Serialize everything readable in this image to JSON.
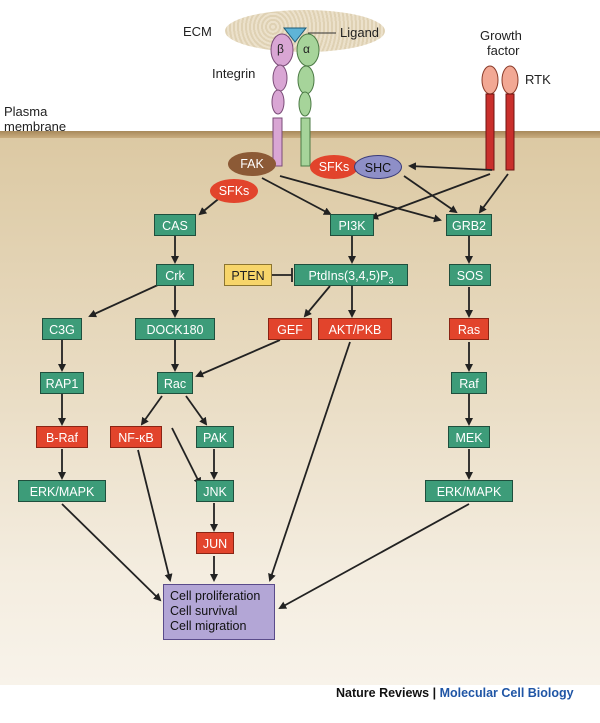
{
  "labels": {
    "ecm": "ECM",
    "ligand": "Ligand",
    "integrin": "Integrin",
    "beta": "β",
    "alpha": "α",
    "growth_factor_1": "Growth",
    "growth_factor_2": "factor",
    "rtk": "RTK",
    "plasma_1": "Plasma",
    "plasma_2": "membrane"
  },
  "ovals": {
    "fak": "FAK",
    "sfks_left": "SFKs",
    "sfks_right": "SFKs",
    "shc": "SHC"
  },
  "nodes": {
    "cas": "CAS",
    "pi3k": "PI3K",
    "grb2": "GRB2",
    "crk": "Crk",
    "pten": "PTEN",
    "ptdins": "PtdIns(3,4,5)P",
    "ptdins_sub": "3",
    "sos": "SOS",
    "c3g": "C3G",
    "dock180": "DOCK180",
    "gef": "GEF",
    "akt": "AKT/PKB",
    "ras": "Ras",
    "rap1": "RAP1",
    "rac": "Rac",
    "raf": "Raf",
    "braf": "B-Raf",
    "nfkb": "NF-κB",
    "pak": "PAK",
    "mek": "MEK",
    "erk_left": "ERK/MAPK",
    "jnk": "JNK",
    "erk_right": "ERK/MAPK",
    "jun": "JUN"
  },
  "outcome": {
    "line1": "Cell proliferation",
    "line2": "Cell survival",
    "line3": "Cell migration"
  },
  "footer": {
    "journal": "Nature Reviews",
    "separator": " | ",
    "section": "Molecular Cell Biology"
  },
  "colors": {
    "activator": "#3d9c79",
    "highlighted": "#e2442c",
    "inhibitor": "#f7d56a",
    "outcome": "#b3a6d6"
  }
}
